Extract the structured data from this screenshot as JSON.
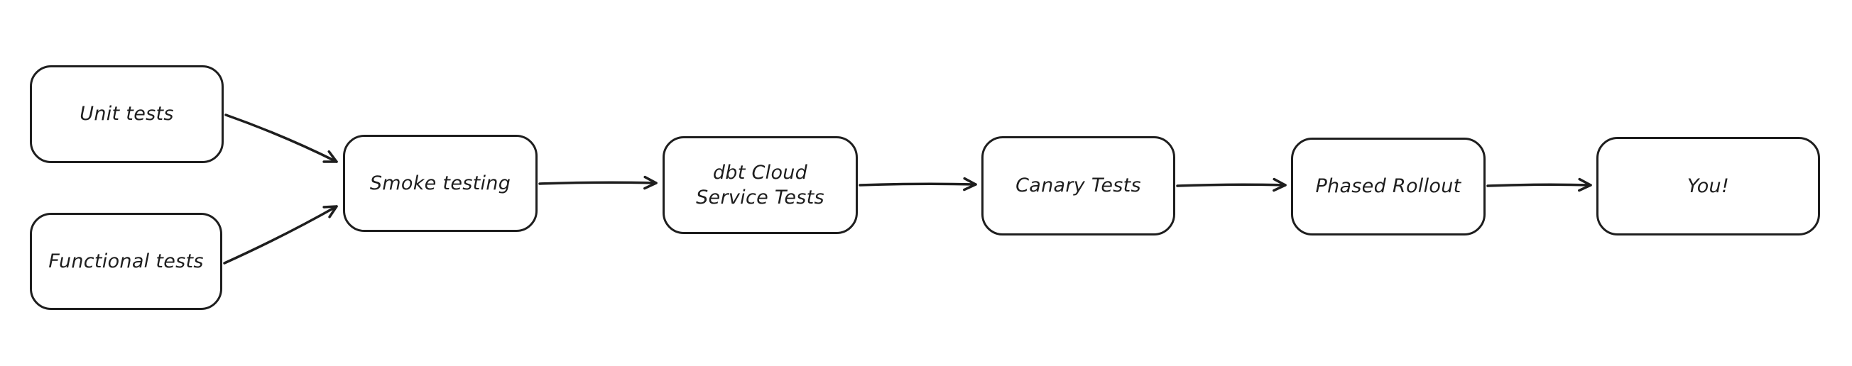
{
  "diagram": {
    "title": "release testing pipeline flowchart",
    "background_color": "#ffffff",
    "stroke_color": "#1e1e1e",
    "nodes": [
      {
        "id": "unit-tests",
        "label": "Unit tests"
      },
      {
        "id": "functional-tests",
        "label": "Functional tests"
      },
      {
        "id": "smoke-testing",
        "label": "Smoke testing"
      },
      {
        "id": "dbt-cloud-service-tests",
        "label": "dbt Cloud\nService Tests"
      },
      {
        "id": "canary-tests",
        "label": "Canary Tests"
      },
      {
        "id": "phased-rollout",
        "label": "Phased Rollout"
      },
      {
        "id": "you",
        "label": "You!"
      }
    ],
    "edges": [
      {
        "from": "unit-tests",
        "to": "smoke-testing"
      },
      {
        "from": "functional-tests",
        "to": "smoke-testing"
      },
      {
        "from": "smoke-testing",
        "to": "dbt-cloud-service-tests"
      },
      {
        "from": "dbt-cloud-service-tests",
        "to": "canary-tests"
      },
      {
        "from": "canary-tests",
        "to": "phased-rollout"
      },
      {
        "from": "phased-rollout",
        "to": "you"
      }
    ]
  }
}
